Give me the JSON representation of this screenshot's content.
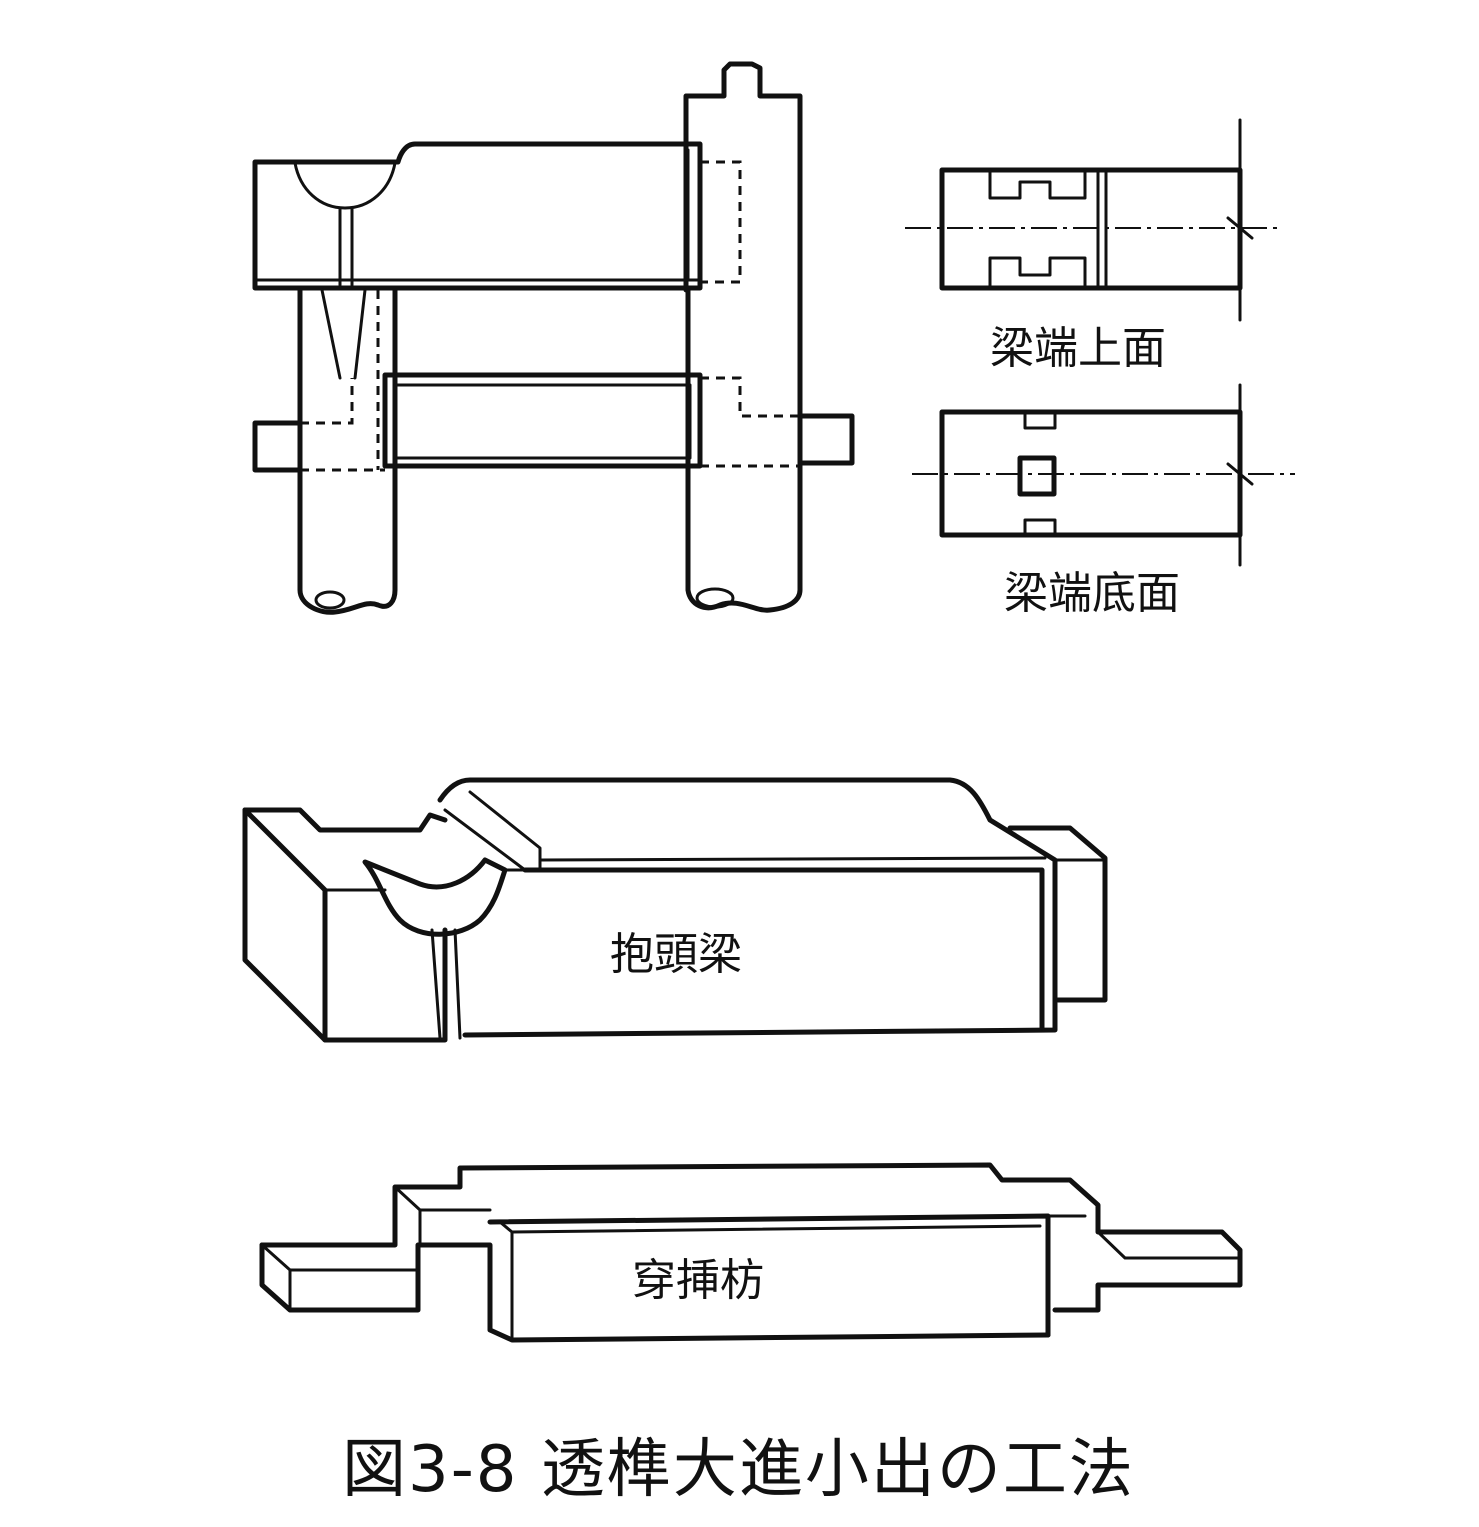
{
  "labels": {
    "beam_end_top": "梁端上面",
    "beam_end_bottom": "梁端底面",
    "baotou_beam": "抱頭梁",
    "chuancha_fang": "穿挿枋"
  },
  "caption": "図3-8  透榫大進小出の工法"
}
